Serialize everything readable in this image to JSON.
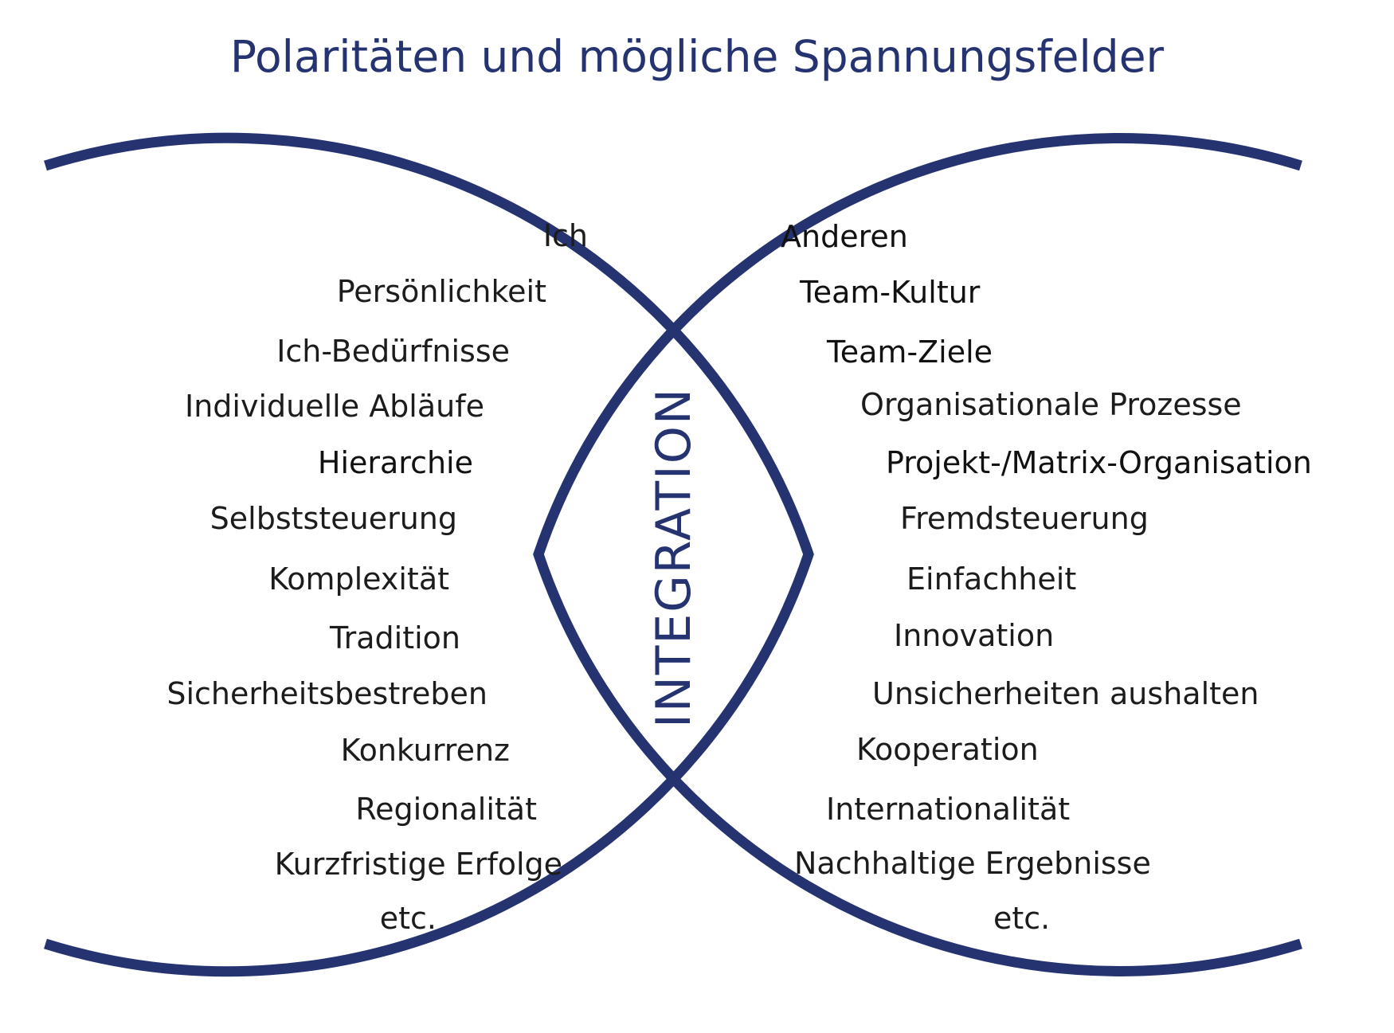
{
  "title": "Polaritäten und mögliche Spannungsfelder",
  "center_label": "INTEGRATION",
  "colors": {
    "primary": "#263371",
    "text": "#1c1c1c"
  },
  "left_terms": [
    "Ich",
    "Persönlichkeit",
    "Ich-Bedürfnisse",
    "Individuelle Abläufe",
    "Hierarchie",
    "Selbststeuerung",
    "Komplexität",
    "Tradition",
    "Sicherheitsbestreben",
    "Konkurrenz",
    "Regionalität",
    "Kurzfristige Erfolge",
    "etc."
  ],
  "right_terms": [
    "Anderen",
    "Team-Kultur",
    "Team-Ziele",
    "Organisationale Prozesse",
    "Projekt-/Matrix-Organisation",
    "Fremdsteuerung",
    "Einfachheit",
    "Innovation",
    "Unsicherheiten aushalten",
    "Kooperation",
    "Internationalität",
    "Nachhaltige Ergebnisse",
    "etc."
  ]
}
